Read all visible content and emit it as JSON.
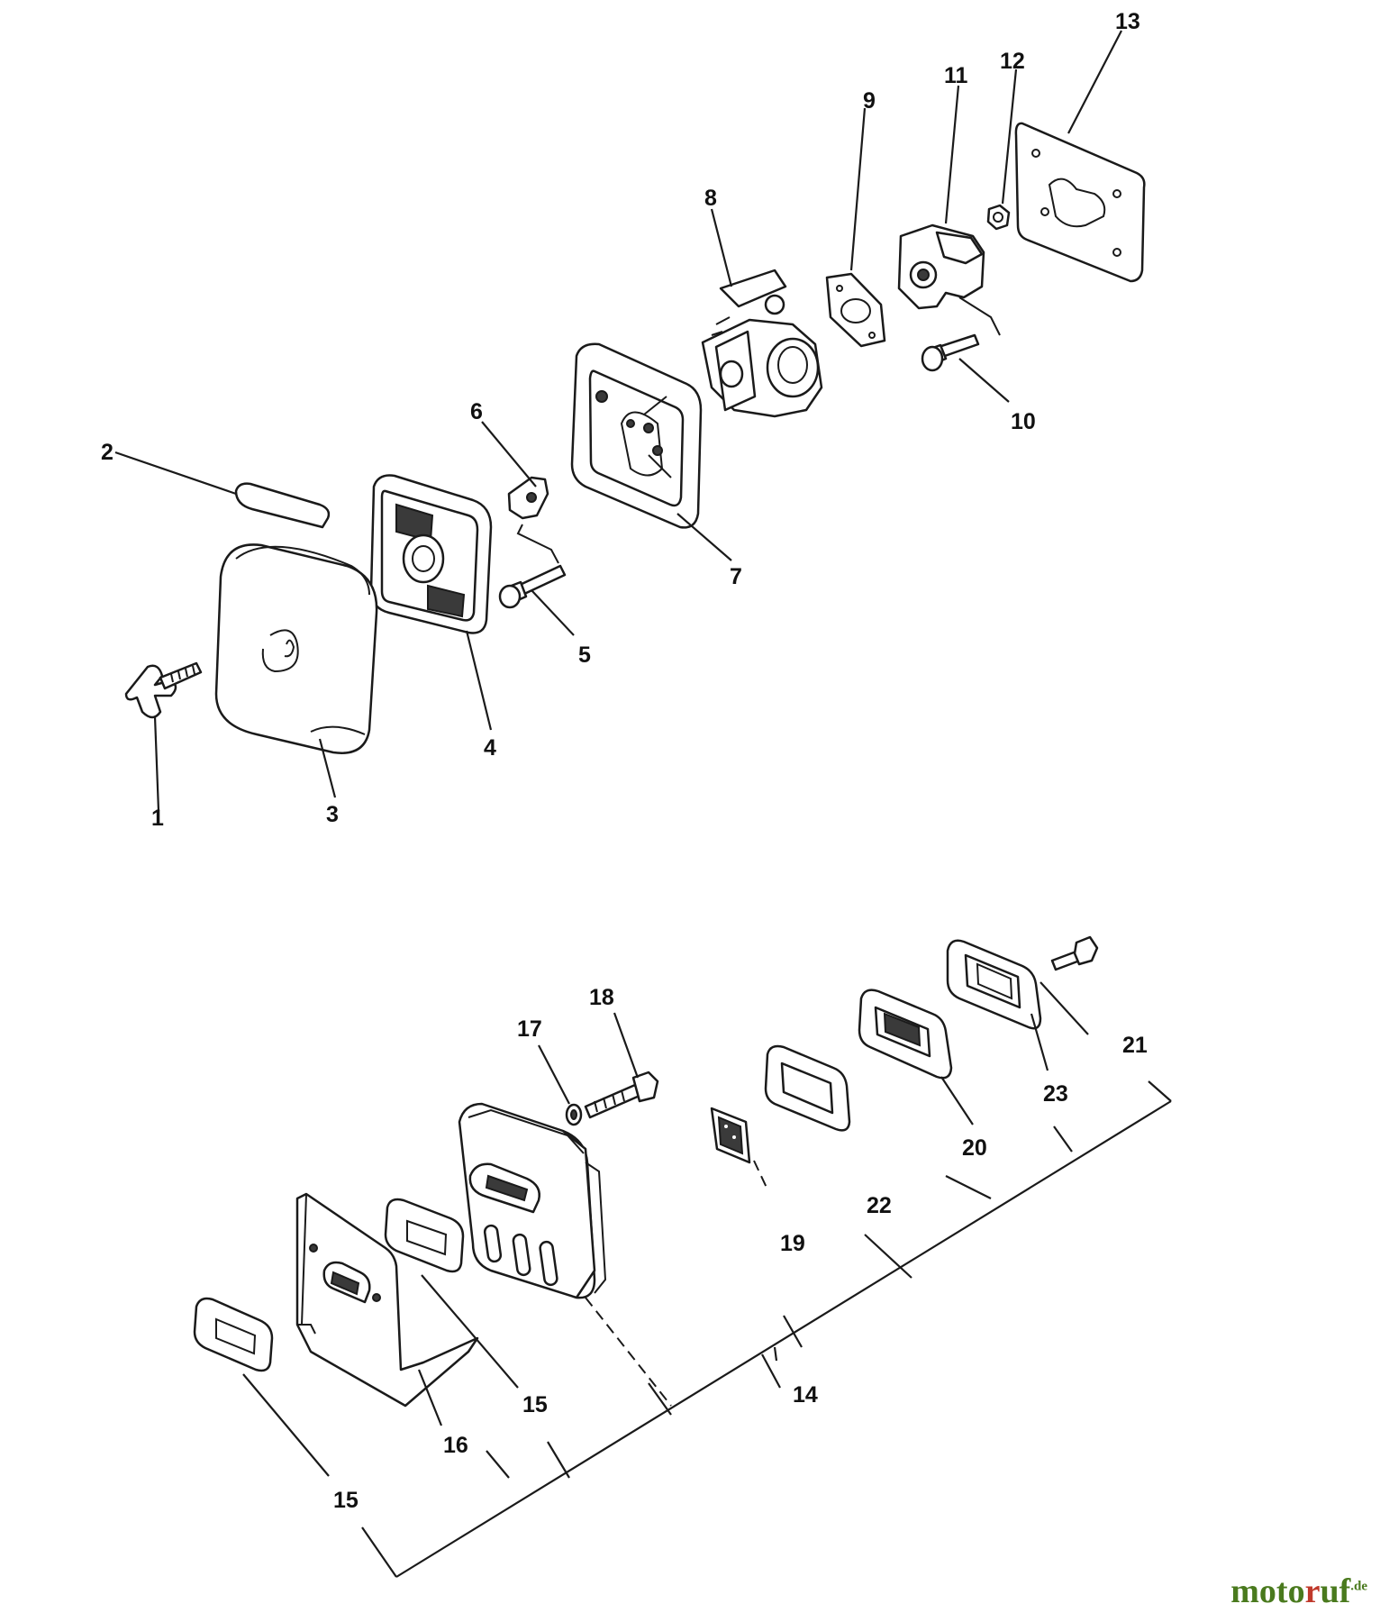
{
  "callouts": {
    "c1": "1",
    "c2": "2",
    "c3": "3",
    "c4": "4",
    "c5": "5",
    "c6": "6",
    "c7": "7",
    "c8": "8",
    "c9": "9",
    "c10": "10",
    "c11": "11",
    "c12": "12",
    "c13": "13",
    "c14": "14",
    "c15a": "15",
    "c15b": "15",
    "c15c": "15",
    "c16": "16",
    "c17": "17",
    "c18": "18",
    "c19": "19",
    "c20": "20",
    "c21": "21",
    "c22": "22",
    "c23": "23"
  },
  "watermark": {
    "part1": "moto",
    "part2": "r",
    "part3": "uf",
    "tld": ".de"
  },
  "colors": {
    "line": "#1a1a1a",
    "watermark_green": "#4a7a1e",
    "watermark_red": "#c0392b"
  }
}
